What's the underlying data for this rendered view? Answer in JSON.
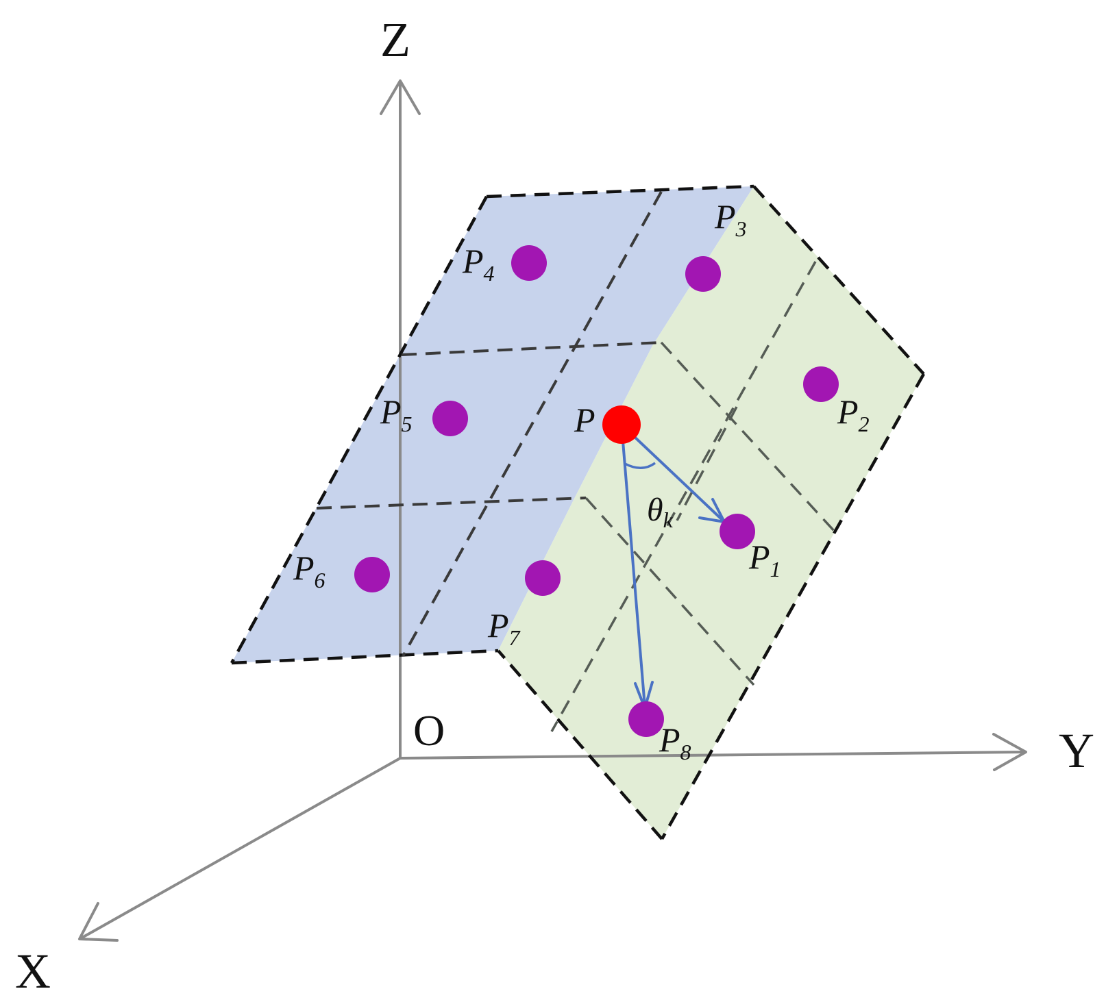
{
  "axes": {
    "z_label": "Z",
    "y_label": "Y",
    "x_label": "X",
    "origin_label": "O"
  },
  "center_point": {
    "label": "P",
    "color": "#ff0000"
  },
  "neighbor_color": "#a216b2",
  "neighbors": [
    {
      "id": "p1",
      "label": "P",
      "sub": "1"
    },
    {
      "id": "p2",
      "label": "P",
      "sub": "2"
    },
    {
      "id": "p3",
      "label": "P",
      "sub": "3"
    },
    {
      "id": "p4",
      "label": "P",
      "sub": "4"
    },
    {
      "id": "p5",
      "label": "P",
      "sub": "5"
    },
    {
      "id": "p6",
      "label": "P",
      "sub": "6"
    },
    {
      "id": "p7",
      "label": "P",
      "sub": "7"
    },
    {
      "id": "p8",
      "label": "P",
      "sub": "8"
    }
  ],
  "angle": {
    "symbol": "θ",
    "sub": "k"
  },
  "colors": {
    "blue_plane": "#c7d3ec",
    "green_plane": "#e2edd6",
    "vector": "#4a72c4",
    "axis": "#8a8a8a"
  }
}
